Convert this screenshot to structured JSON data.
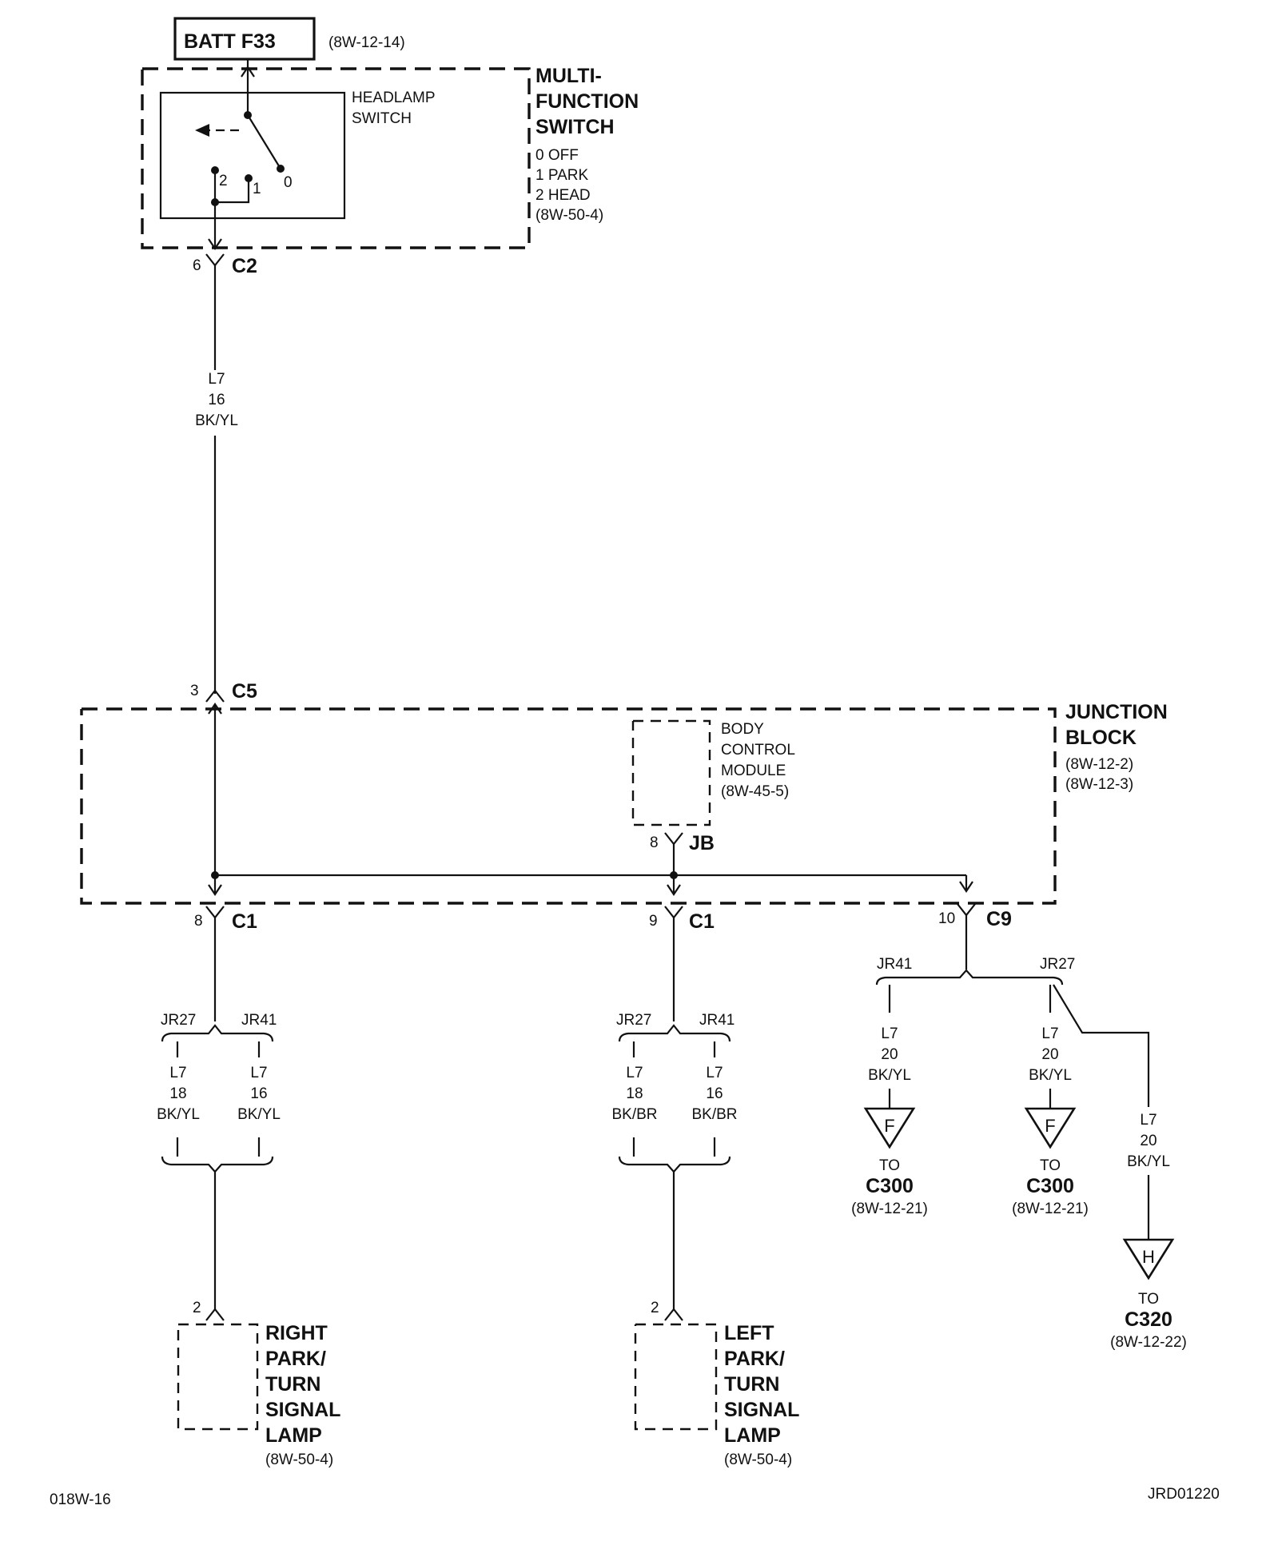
{
  "batt": {
    "label": "BATT F33",
    "ref": "(8W-12-14)"
  },
  "mfs": {
    "title_1": "MULTI-",
    "title_2": "FUNCTION",
    "title_3": "SWITCH",
    "positions": [
      "0 OFF",
      "1 PARK",
      "2 HEAD"
    ],
    "ref": "(8W-50-4)",
    "inner_label_1": "HEADLAMP",
    "inner_label_2": "SWITCH",
    "contact_0": "0",
    "contact_1": "1",
    "contact_2": "2"
  },
  "c2": {
    "pin": "6",
    "name": "C2"
  },
  "main_wire": {
    "circuit": "L7",
    "gauge": "16",
    "color": "BK/YL"
  },
  "c5": {
    "pin": "3",
    "name": "C5"
  },
  "junction_block": {
    "title_1": "JUNCTION",
    "title_2": "BLOCK",
    "ref_1": "(8W-12-2)",
    "ref_2": "(8W-12-3)"
  },
  "bcm": {
    "line_1": "BODY",
    "line_2": "CONTROL",
    "line_3": "MODULE",
    "ref": "(8W-45-5)",
    "pin": "8",
    "conn": "JB"
  },
  "c1_left": {
    "pin": "8",
    "name": "C1"
  },
  "c1_mid": {
    "pin": "9",
    "name": "C1"
  },
  "c9": {
    "pin": "10",
    "name": "C9"
  },
  "right_branch": {
    "jr_left": "JR27",
    "jr_right": "JR41",
    "left_wire": {
      "circuit": "L7",
      "gauge": "18",
      "color": "BK/YL"
    },
    "right_wire": {
      "circuit": "L7",
      "gauge": "16",
      "color": "BK/YL"
    }
  },
  "left_branch": {
    "jr_left": "JR27",
    "jr_right": "JR41",
    "left_wire": {
      "circuit": "L7",
      "gauge": "18",
      "color": "BK/BR"
    },
    "right_wire": {
      "circuit": "L7",
      "gauge": "16",
      "color": "BK/BR"
    }
  },
  "c9_branch": {
    "jr_left": "JR41",
    "jr_right": "JR27",
    "wire_1": {
      "circuit": "L7",
      "gauge": "20",
      "color": "BK/YL"
    },
    "wire_2": {
      "circuit": "L7",
      "gauge": "20",
      "color": "BK/YL"
    },
    "wire_3": {
      "circuit": "L7",
      "gauge": "20",
      "color": "BK/YL"
    }
  },
  "off_page": [
    {
      "letter": "F",
      "to": "TO",
      "conn": "C300",
      "ref": "(8W-12-21)"
    },
    {
      "letter": "F",
      "to": "TO",
      "conn": "C300",
      "ref": "(8W-12-21)"
    },
    {
      "letter": "H",
      "to": "TO",
      "conn": "C320",
      "ref": "(8W-12-22)"
    }
  ],
  "right_lamp": {
    "pin": "2",
    "line_1": "RIGHT",
    "line_2": "PARK/",
    "line_3": "TURN",
    "line_4": "SIGNAL",
    "line_5": "LAMP",
    "ref": "(8W-50-4)"
  },
  "left_lamp": {
    "pin": "2",
    "line_1": "LEFT",
    "line_2": "PARK/",
    "line_3": "TURN",
    "line_4": "SIGNAL",
    "line_5": "LAMP",
    "ref": "(8W-50-4)"
  },
  "footer": {
    "left": "018W-16",
    "right": "JRD01220"
  }
}
